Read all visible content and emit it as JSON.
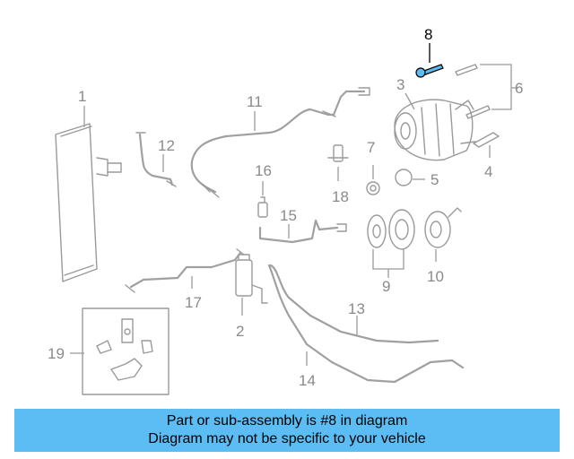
{
  "diagram": {
    "callouts": [
      "1",
      "2",
      "3",
      "4",
      "5",
      "6",
      "7",
      "8",
      "9",
      "10",
      "11",
      "12",
      "13",
      "14",
      "15",
      "16",
      "17",
      "18",
      "19"
    ],
    "highlighted_callout": "8",
    "highlight_color": "#5bbdf3"
  },
  "banner": {
    "line1": "Part or sub-assembly is #8 in diagram",
    "line2": "Diagram may not be specific to your vehicle",
    "background": "#5bbdf3"
  }
}
